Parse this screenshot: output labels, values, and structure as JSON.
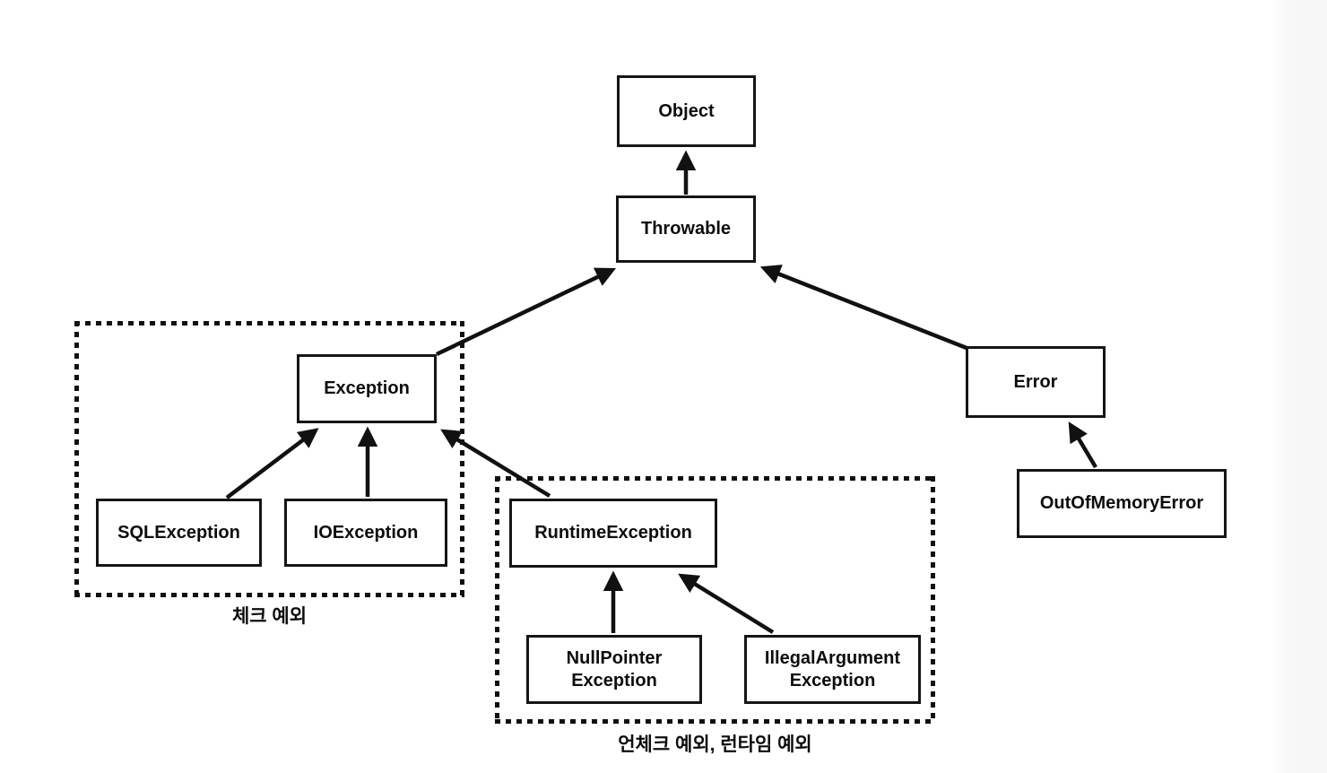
{
  "nodes": {
    "object": {
      "label": "Object"
    },
    "throwable": {
      "label": "Throwable"
    },
    "exception": {
      "label": "Exception"
    },
    "error": {
      "label": "Error"
    },
    "sqlexception": {
      "label": "SQLException"
    },
    "ioexception": {
      "label": "IOException"
    },
    "runtimeexception": {
      "label": "RuntimeException"
    },
    "nullpointerexception": {
      "label_line1": "NullPointer",
      "label_line2": "Exception"
    },
    "illegalargumentexception": {
      "label_line1": "IllegalArgument",
      "label_line2": "Exception"
    },
    "outofmemoryerror": {
      "label": "OutOfMemoryError"
    }
  },
  "groups": {
    "checked": {
      "label": "체크 예외"
    },
    "unchecked": {
      "label": "언체크 예외, 런타임 예외"
    }
  },
  "edges": [
    {
      "from": "throwable",
      "to": "object"
    },
    {
      "from": "exception",
      "to": "throwable"
    },
    {
      "from": "error",
      "to": "throwable"
    },
    {
      "from": "sqlexception",
      "to": "exception"
    },
    {
      "from": "ioexception",
      "to": "exception"
    },
    {
      "from": "runtimeexception",
      "to": "exception"
    },
    {
      "from": "nullpointerexception",
      "to": "runtimeexception"
    },
    {
      "from": "illegalargumentexception",
      "to": "runtimeexception"
    },
    {
      "from": "outofmemoryerror",
      "to": "error"
    }
  ],
  "colors": {
    "line": "#111111",
    "box_border": "#151515",
    "background": "#ffffff"
  }
}
